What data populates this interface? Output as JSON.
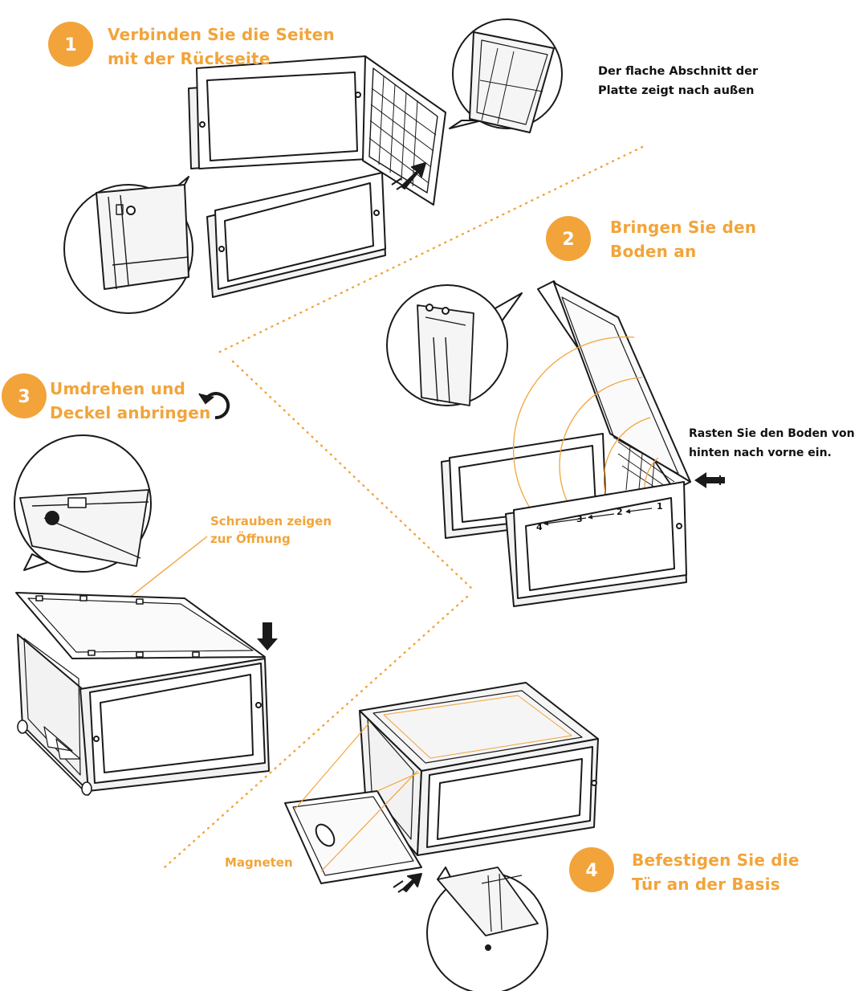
{
  "colors": {
    "accent": "#f2a43a",
    "line": "#1a1a1a",
    "panel": "#ffffff",
    "frame": "#e6e6e6"
  },
  "steps": [
    {
      "number": "1",
      "title_line1": "Verbinden Sie die Seiten",
      "title_line2": "mit der Rückseite"
    },
    {
      "number": "2",
      "title_line1": "Bringen Sie den",
      "title_line2": "Boden an"
    },
    {
      "number": "3",
      "title_line1": "Umdrehen und",
      "title_line2": "Deckel anbringen"
    },
    {
      "number": "4",
      "title_line1": "Befestigen Sie die",
      "title_line2": "Tür an der Basis"
    }
  ],
  "notes": {
    "flat_side_line1": "Der flache Abschnitt der",
    "flat_side_line2": "Platte zeigt nach außen",
    "snap_line1": "Rasten Sie den Boden von",
    "snap_line2": "hinten nach vorne ein.",
    "screws_line1": "Schrauben zeigen",
    "screws_line2": "zur Öffnung",
    "magnets": "Magneten"
  },
  "scale_labels": [
    "4",
    "3",
    "2",
    "1"
  ],
  "icons": [
    "rotate-arrow-icon",
    "push-arrow-icon"
  ]
}
